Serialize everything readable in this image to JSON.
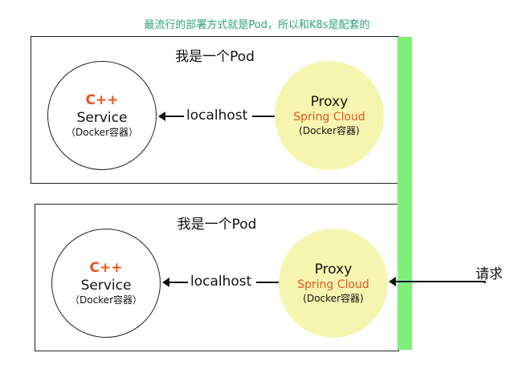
{
  "caption": "最流行的部署方式就是Pod，所以和K8s是配套的",
  "pods": [
    {
      "title": "我是一个Pod",
      "service": {
        "lang": "C++",
        "name": "Service",
        "container": "（Docker容器）"
      },
      "link": "localhost",
      "proxy": {
        "name": "Proxy",
        "framework": "Spring Cloud",
        "container": "(Docker容器)"
      }
    },
    {
      "title": "我是一个Pod",
      "service": {
        "lang": "C++",
        "name": "Service",
        "container": "（Docker容器）"
      },
      "link": "localhost",
      "proxy": {
        "name": "Proxy",
        "framework": "Spring Cloud",
        "container": "(Docker容器)"
      }
    }
  ],
  "request": "请求",
  "colors": {
    "accent_red": "#e8541e",
    "proxy_fill": "#f6f5b0",
    "green_bar": "#7ef07a",
    "caption": "#2fa37a"
  }
}
